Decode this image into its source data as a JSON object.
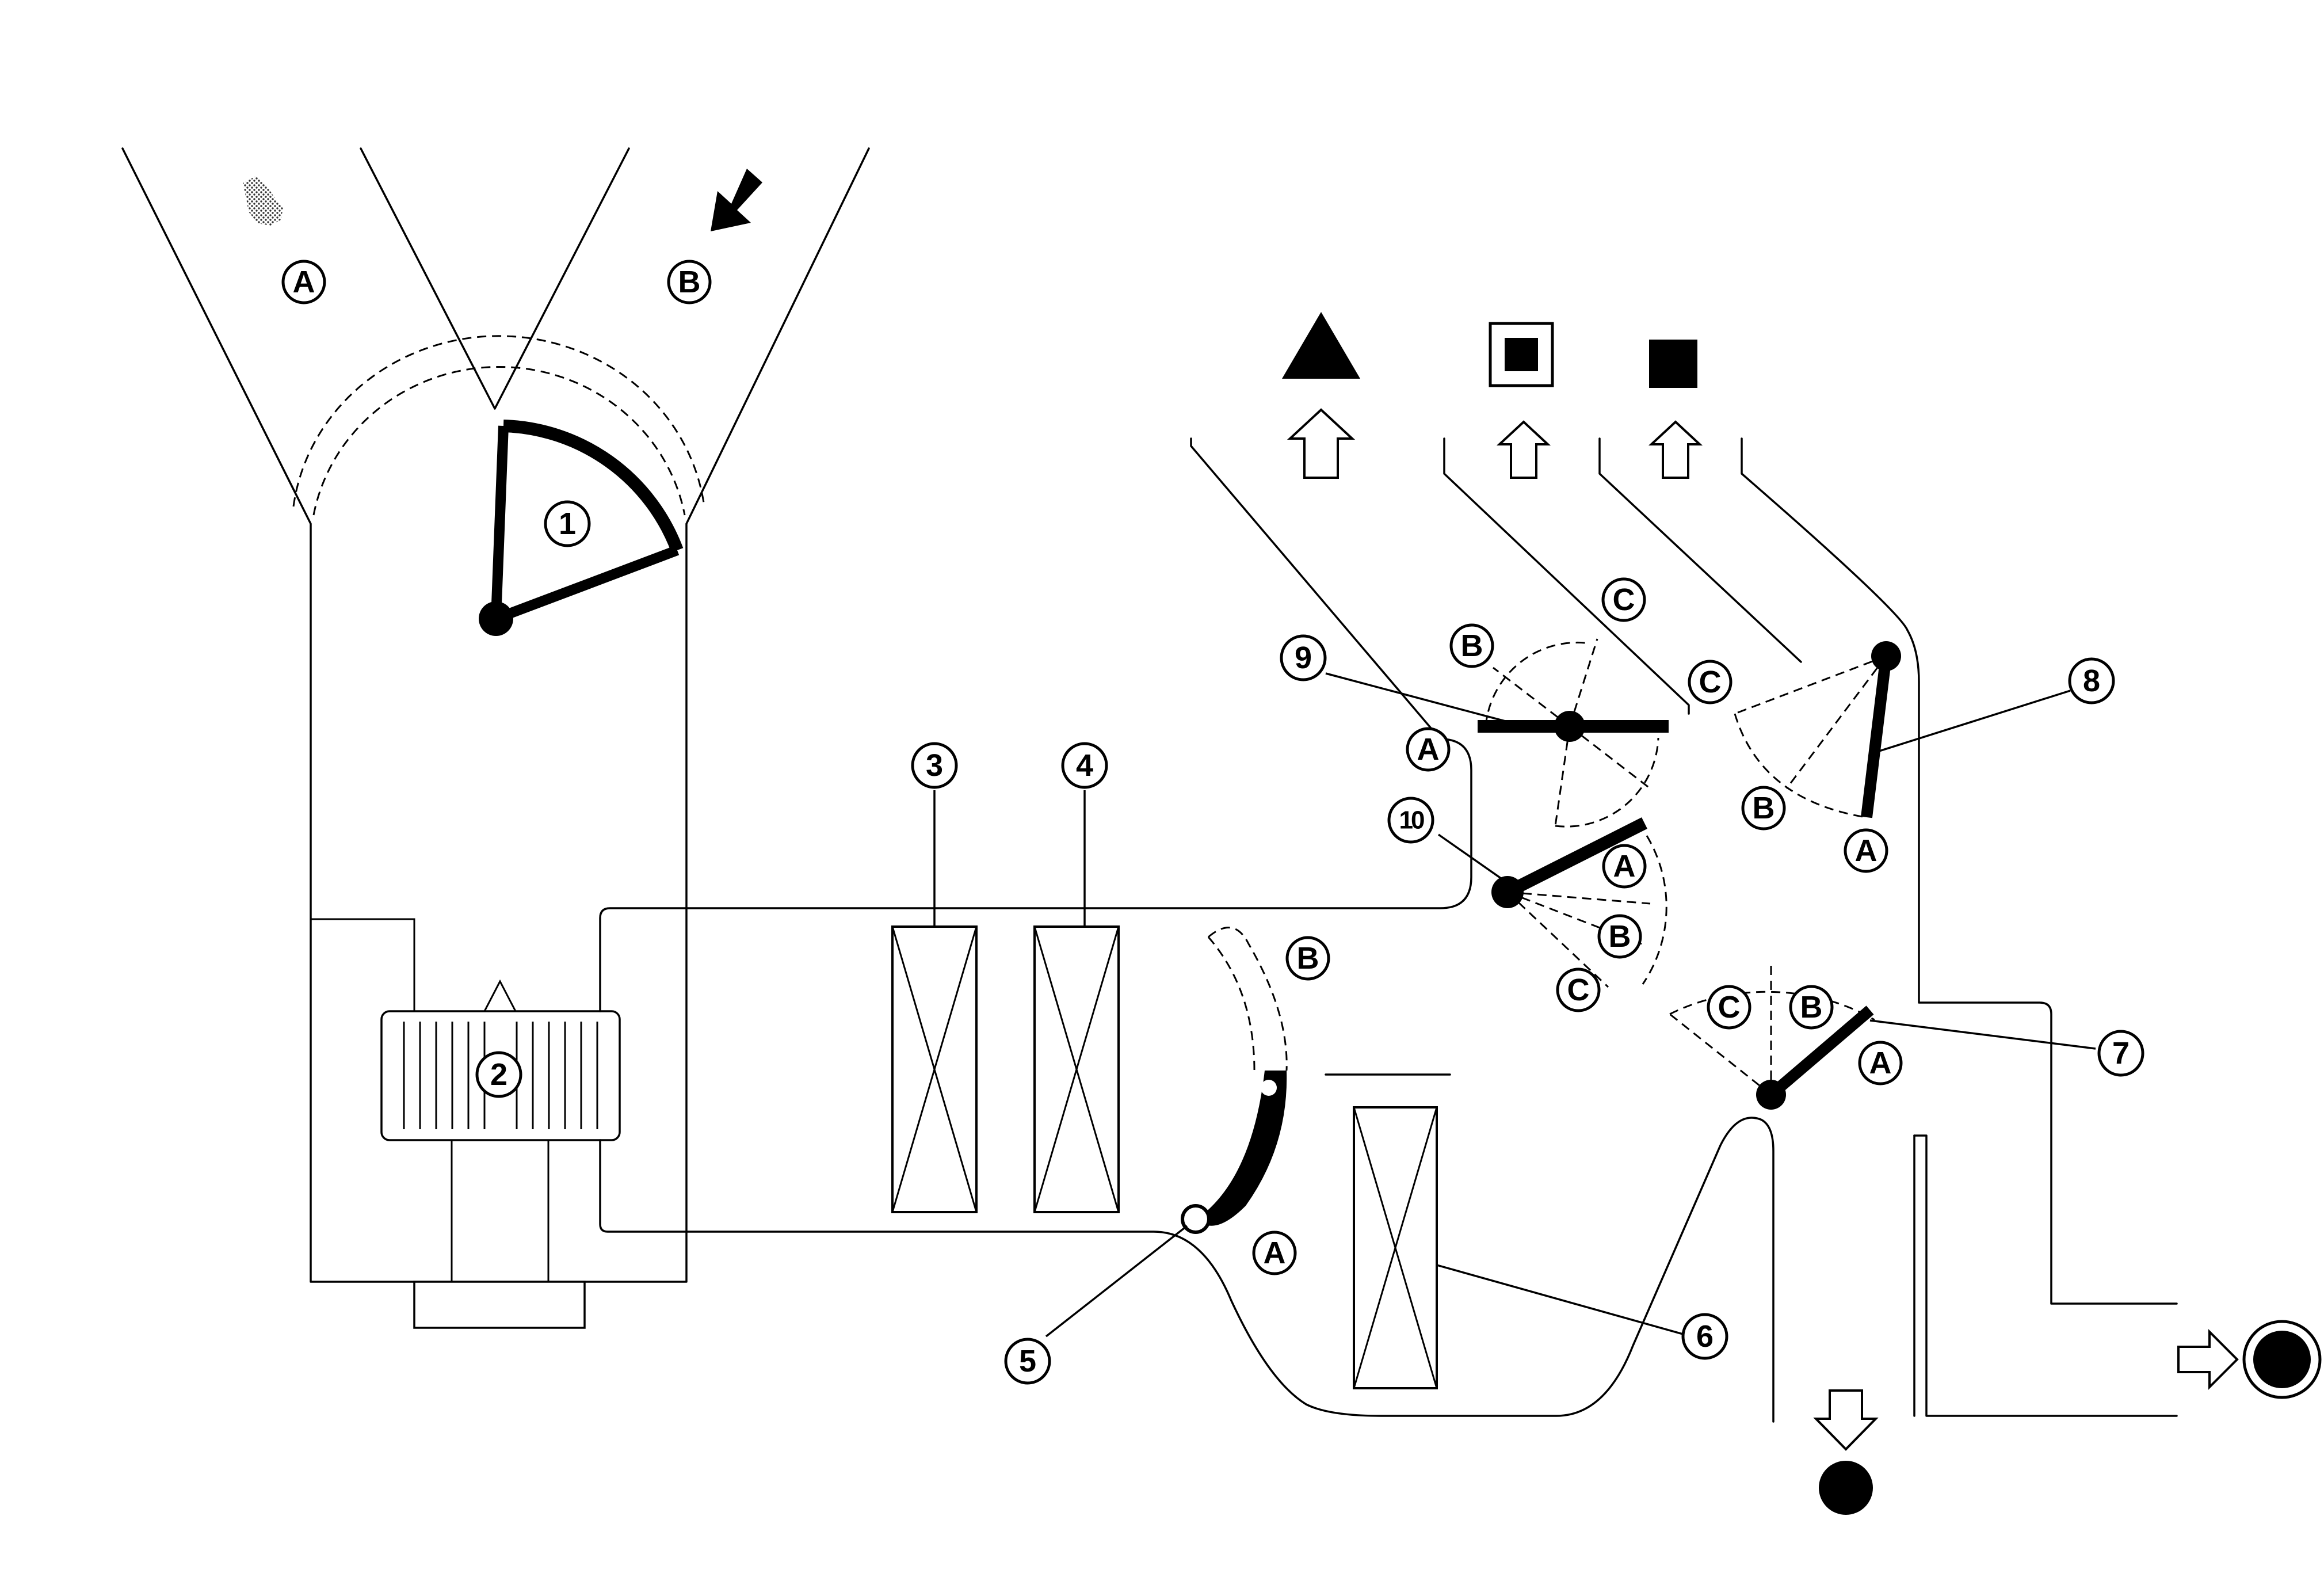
{
  "intake": {
    "fresh_label": "A",
    "recirc_label": "B",
    "fresh_icon": "fresh-air-icon",
    "recirc_icon": "recirculated-air-arrow-icon"
  },
  "components": [
    {
      "num": "1"
    },
    {
      "num": "2"
    },
    {
      "num": "3"
    },
    {
      "num": "4"
    },
    {
      "num": "5"
    },
    {
      "num": "6"
    },
    {
      "num": "7"
    },
    {
      "num": "8"
    },
    {
      "num": "9"
    },
    {
      "num": "10"
    }
  ],
  "door_positions": {
    "door5": [
      "A",
      "B"
    ],
    "door7": [
      "A",
      "B",
      "C"
    ],
    "door8": [
      "A",
      "B"
    ],
    "door9": [
      "A",
      "B",
      "C",
      "C"
    ],
    "door10": [
      "A",
      "B",
      "C"
    ]
  },
  "outlets": {
    "defroster_icon": "triangle-icon",
    "side_vent_icon": "framed-square-icon",
    "center_vent_icon": "square-icon",
    "foot_icon": "circle-icon",
    "rear_icon": "ringed-circle-icon"
  },
  "colors": {
    "line": "#000000",
    "background": "#ffffff",
    "stipple": "#555555"
  }
}
